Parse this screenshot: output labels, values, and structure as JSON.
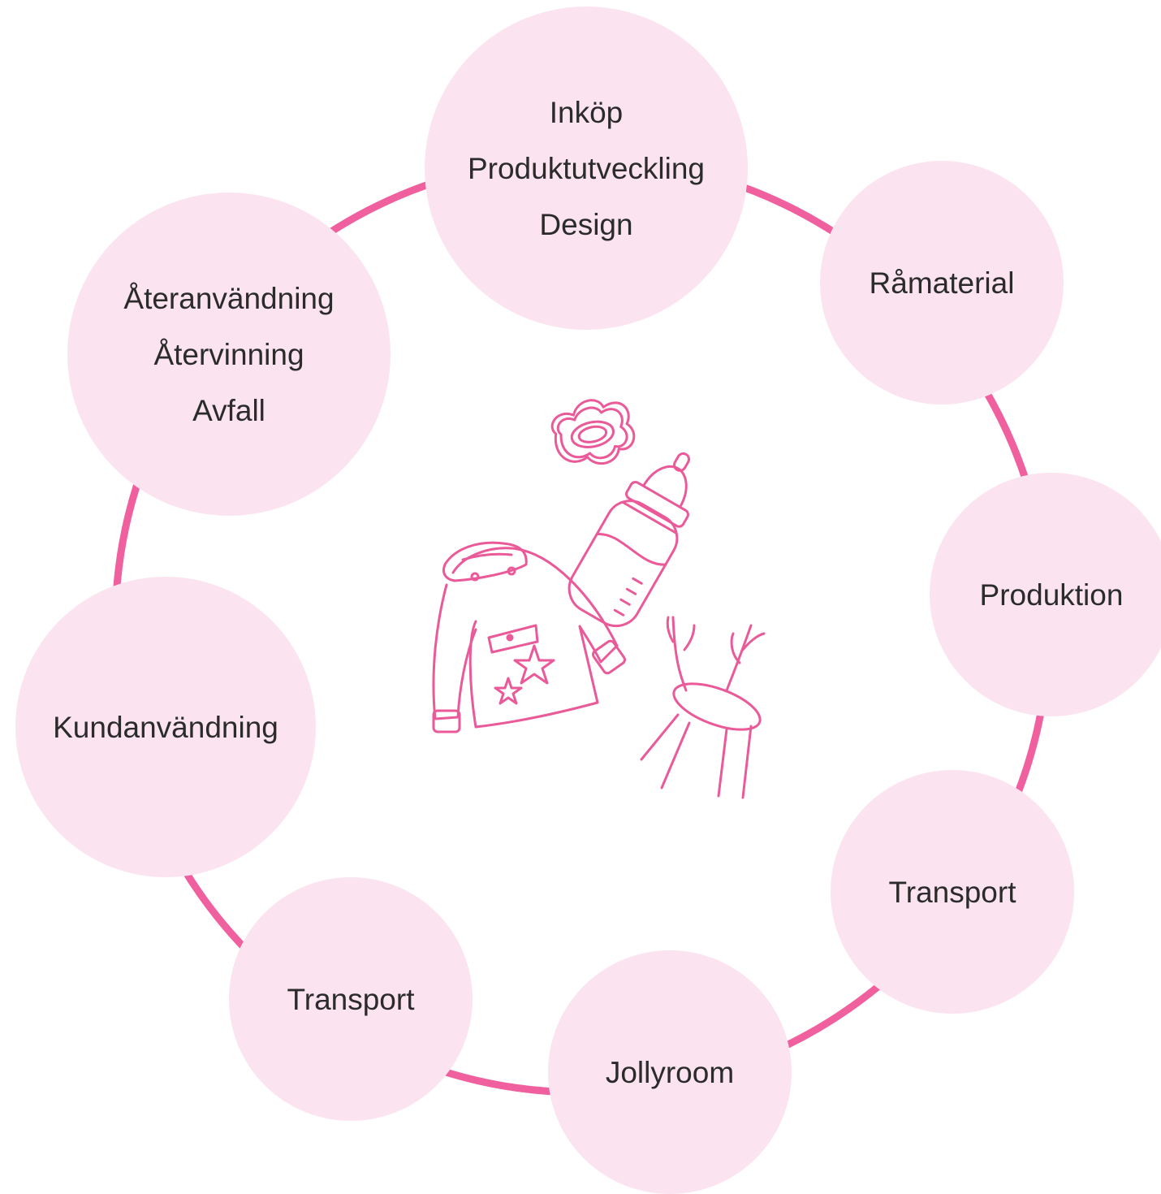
{
  "colors": {
    "ring": "#f0609e",
    "node_fill": "#fbe4ef",
    "icon_stroke": "#ea5a99",
    "text": "#2b2b2b"
  },
  "steps": [
    {
      "lines": [
        "Inköp",
        "Produktutveckling",
        "Design"
      ]
    },
    {
      "lines": [
        "Råmaterial"
      ]
    },
    {
      "lines": [
        "Produktion"
      ]
    },
    {
      "lines": [
        "Transport"
      ]
    },
    {
      "lines": [
        "Jollyroom"
      ]
    },
    {
      "lines": [
        "Transport"
      ]
    },
    {
      "lines": [
        "Kundanvändning"
      ]
    },
    {
      "lines": [
        "Återanvändning",
        "Återvinning",
        "Avfall"
      ]
    }
  ],
  "center_icons": [
    "pacifier-icon",
    "baby-bottle-icon",
    "baby-jacket-icon",
    "reindeer-stool-icon"
  ]
}
